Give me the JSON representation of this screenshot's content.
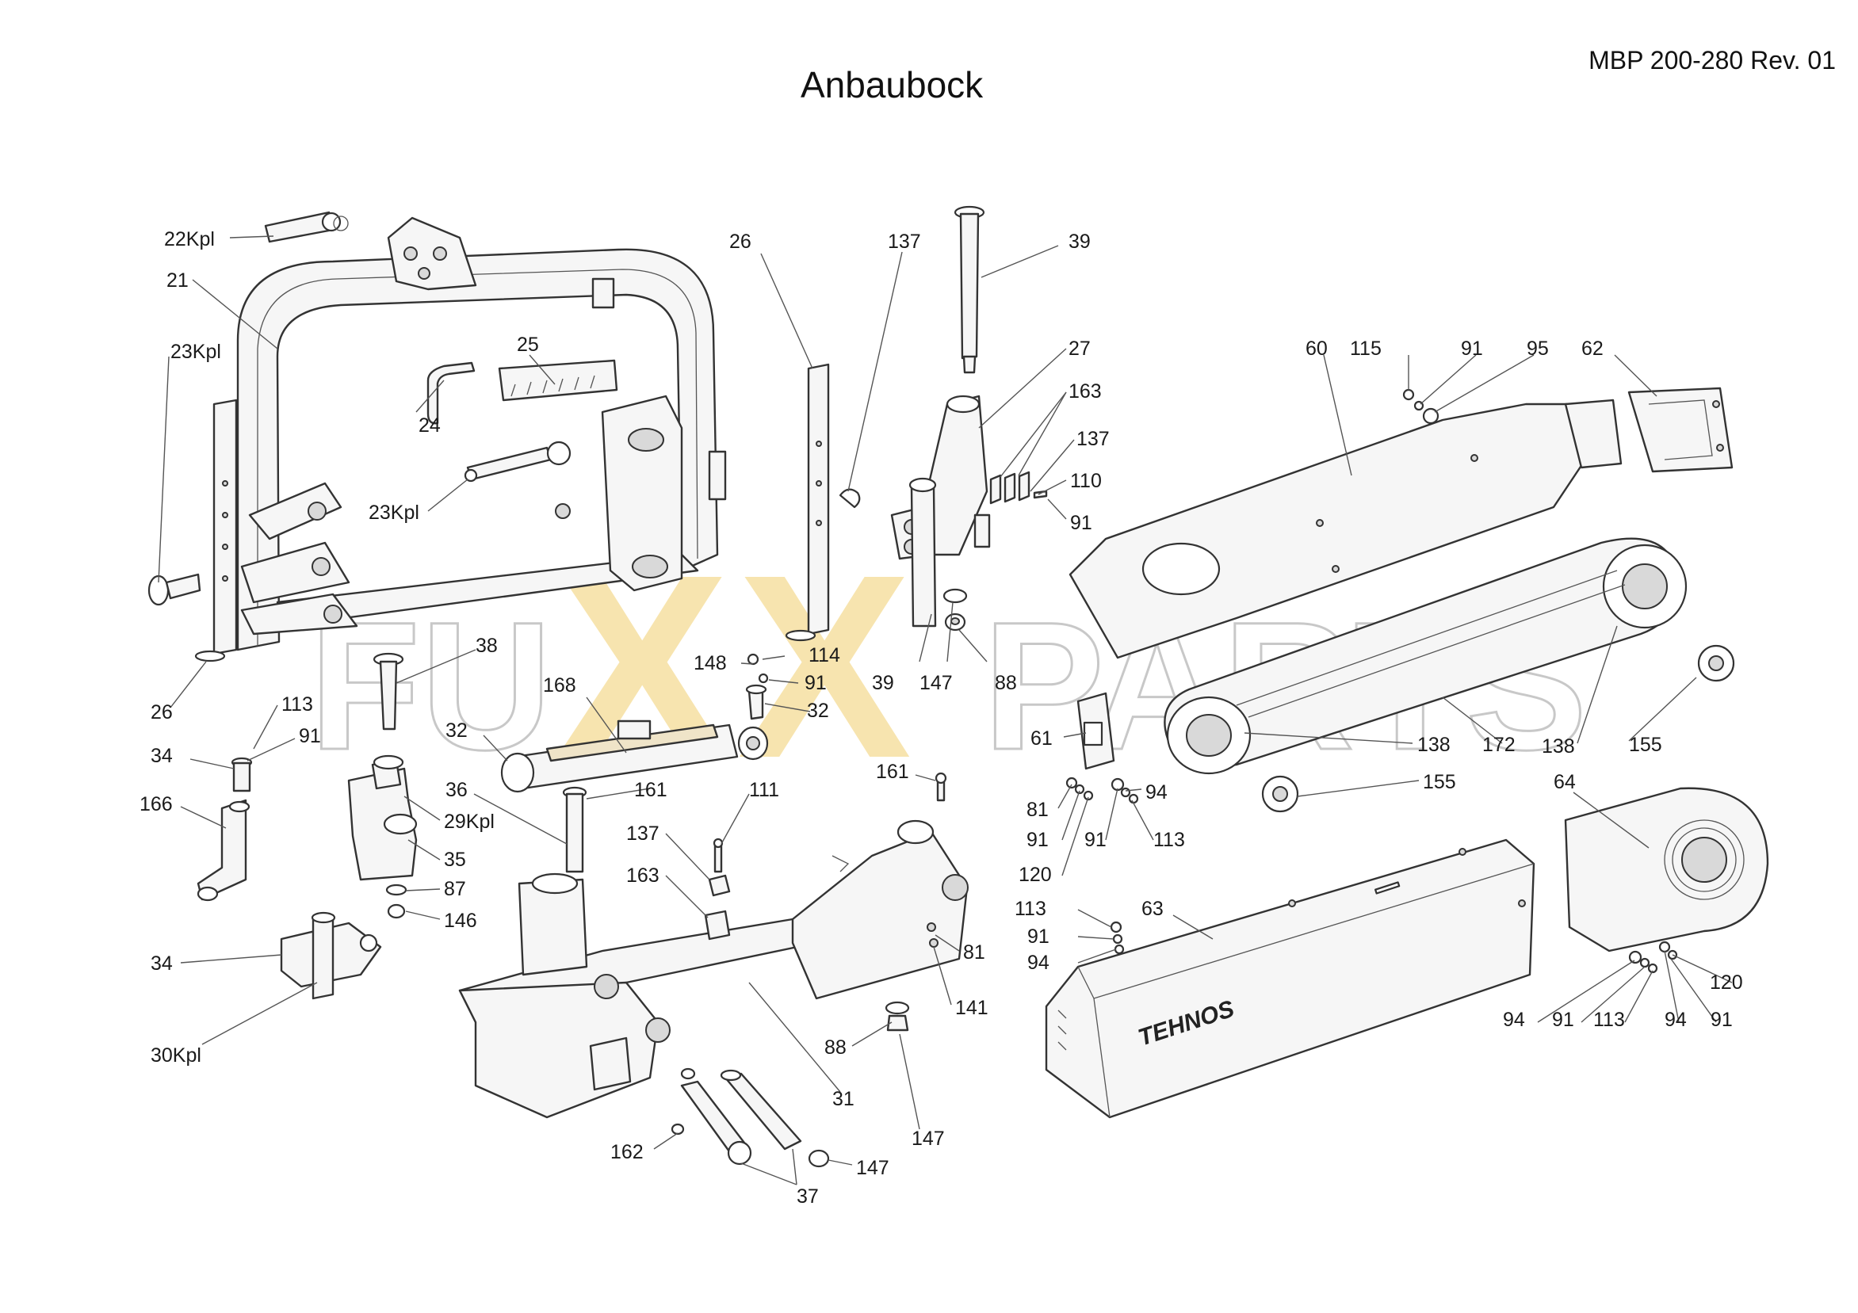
{
  "header": {
    "title": "Anbaubock",
    "doc_ref": "MBP 200-280 Rev. 01"
  },
  "watermark": {
    "left": "FU",
    "x1": "X",
    "x2": "X",
    "right": "PARTS",
    "accent_color": "#f2c96b",
    "outline_color": "#c8c8c8"
  },
  "callouts": [
    {
      "id": "c-22kpl",
      "text": "22Kpl"
    },
    {
      "id": "c-21",
      "text": "21"
    },
    {
      "id": "c-23kpl-a",
      "text": "23Kpl"
    },
    {
      "id": "c-25",
      "text": "25"
    },
    {
      "id": "c-24",
      "text": "24"
    },
    {
      "id": "c-23kpl-b",
      "text": "23Kpl"
    },
    {
      "id": "c-26-a",
      "text": "26"
    },
    {
      "id": "c-26-b",
      "text": "26"
    },
    {
      "id": "c-137-a",
      "text": "137"
    },
    {
      "id": "c-39-a",
      "text": "39"
    },
    {
      "id": "c-27",
      "text": "27"
    },
    {
      "id": "c-163-a",
      "text": "163"
    },
    {
      "id": "c-137-b",
      "text": "137"
    },
    {
      "id": "c-110",
      "text": "110"
    },
    {
      "id": "c-91-a",
      "text": "91"
    },
    {
      "id": "c-60",
      "text": "60"
    },
    {
      "id": "c-115",
      "text": "115"
    },
    {
      "id": "c-91-b",
      "text": "91"
    },
    {
      "id": "c-95",
      "text": "95"
    },
    {
      "id": "c-62",
      "text": "62"
    },
    {
      "id": "c-38",
      "text": "38"
    },
    {
      "id": "c-148",
      "text": "148"
    },
    {
      "id": "c-114",
      "text": "114"
    },
    {
      "id": "c-91-c",
      "text": "91"
    },
    {
      "id": "c-32-a",
      "text": "32"
    },
    {
      "id": "c-39-b",
      "text": "39"
    },
    {
      "id": "c-147-a",
      "text": "147"
    },
    {
      "id": "c-88-a",
      "text": "88"
    },
    {
      "id": "c-168",
      "text": "168"
    },
    {
      "id": "c-32-b",
      "text": "32"
    },
    {
      "id": "c-113-a",
      "text": "113"
    },
    {
      "id": "c-91-d",
      "text": "91"
    },
    {
      "id": "c-34-a",
      "text": "34"
    },
    {
      "id": "c-166",
      "text": "166"
    },
    {
      "id": "c-36",
      "text": "36"
    },
    {
      "id": "c-161-a",
      "text": "161"
    },
    {
      "id": "c-111",
      "text": "111"
    },
    {
      "id": "c-161-b",
      "text": "161"
    },
    {
      "id": "c-29kpl",
      "text": "29Kpl"
    },
    {
      "id": "c-35",
      "text": "35"
    },
    {
      "id": "c-87",
      "text": "87"
    },
    {
      "id": "c-146",
      "text": "146"
    },
    {
      "id": "c-137-c",
      "text": "137"
    },
    {
      "id": "c-163-b",
      "text": "163"
    },
    {
      "id": "c-34-b",
      "text": "34"
    },
    {
      "id": "c-30kpl",
      "text": "30Kpl"
    },
    {
      "id": "c-81-a",
      "text": "81"
    },
    {
      "id": "c-141",
      "text": "141"
    },
    {
      "id": "c-88-b",
      "text": "88"
    },
    {
      "id": "c-31",
      "text": "31"
    },
    {
      "id": "c-147-b",
      "text": "147"
    },
    {
      "id": "c-162",
      "text": "162"
    },
    {
      "id": "c-37",
      "text": "37"
    },
    {
      "id": "c-147-c",
      "text": "147"
    },
    {
      "id": "c-61",
      "text": "61"
    },
    {
      "id": "c-138-a",
      "text": "138"
    },
    {
      "id": "c-172",
      "text": "172"
    },
    {
      "id": "c-138-b",
      "text": "138"
    },
    {
      "id": "c-155-a",
      "text": "155"
    },
    {
      "id": "c-155-b",
      "text": "155"
    },
    {
      "id": "c-94-a",
      "text": "94"
    },
    {
      "id": "c-81-b",
      "text": "81"
    },
    {
      "id": "c-91-e",
      "text": "91"
    },
    {
      "id": "c-91-f",
      "text": "91"
    },
    {
      "id": "c-113-b",
      "text": "113"
    },
    {
      "id": "c-120-a",
      "text": "120"
    },
    {
      "id": "c-64",
      "text": "64"
    },
    {
      "id": "c-113-c",
      "text": "113"
    },
    {
      "id": "c-63",
      "text": "63"
    },
    {
      "id": "c-91-g",
      "text": "91"
    },
    {
      "id": "c-94-b",
      "text": "94"
    },
    {
      "id": "c-120-b",
      "text": "120"
    },
    {
      "id": "c-94-c",
      "text": "94"
    },
    {
      "id": "c-91-h",
      "text": "91"
    },
    {
      "id": "c-113-d",
      "text": "113"
    },
    {
      "id": "c-94-d",
      "text": "94"
    },
    {
      "id": "c-91-i",
      "text": "91"
    }
  ],
  "decals": {
    "brand": "TEHNOS"
  }
}
